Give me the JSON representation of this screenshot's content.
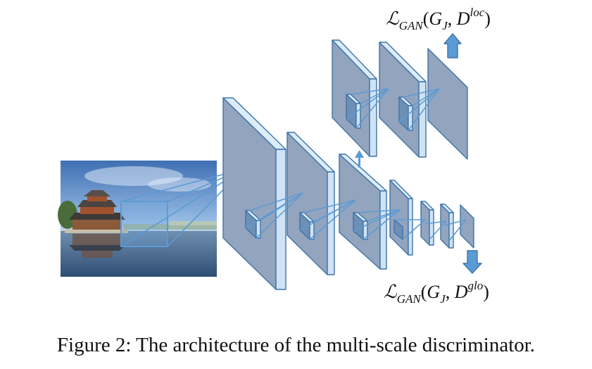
{
  "loss_local": {
    "symbol": "ℒ",
    "subscript": "GAN",
    "open": "(",
    "generator": "G",
    "generator_sub": "J",
    "sep": ", ",
    "discriminator": "D",
    "superscript": "loc",
    "close": ")"
  },
  "loss_global": {
    "symbol": "ℒ",
    "subscript": "GAN",
    "open": "(",
    "generator": "G",
    "generator_sub": "J",
    "sep": ", ",
    "discriminator": "D",
    "superscript": "glo",
    "close": ")"
  },
  "caption": "Figure 2: The architecture of the multi-scale discriminator.",
  "colors": {
    "layer_face": "#93a4be",
    "layer_side": "#cfe3f5",
    "layer_edge": "#3f74a8",
    "kernel_line": "#5b9bd5",
    "arrow": "#5b9bd5"
  },
  "icons": {
    "input_image": "palace-photo"
  }
}
